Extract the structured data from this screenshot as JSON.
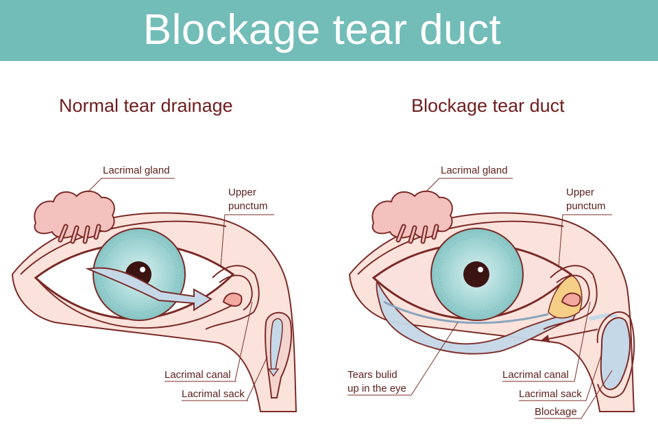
{
  "banner": {
    "title": "Blockage tear duct"
  },
  "panels": {
    "normal": {
      "title": "Normal tear drainage",
      "labels": {
        "lacrimal_gland": "Lacrimal gland",
        "upper_punctum_1": "Upper",
        "upper_punctum_2": "punctum",
        "lacrimal_canal": "Lacrimal canal",
        "lacrimal_sack": "Lacrimal sack"
      }
    },
    "blocked": {
      "title": "Blockage tear duct",
      "labels": {
        "lacrimal_gland": "Lacrimal gland",
        "upper_punctum_1": "Upper",
        "upper_punctum_2": "punctum",
        "tears_1": "Tears bulid",
        "tears_2": "up in the eye",
        "lacrimal_canal": "Lacrimal canal",
        "lacrimal_sack": "Lacrimal sack",
        "blockage": "Blockage"
      }
    }
  },
  "colors": {
    "banner": "#73bdb9",
    "outline": "#7a2a26",
    "skin": "#fbe3dc",
    "iris": "#9fd4d3",
    "gland": "#f4c2be",
    "tears": "#c5d8e8",
    "swelling": "#f5cf85"
  }
}
